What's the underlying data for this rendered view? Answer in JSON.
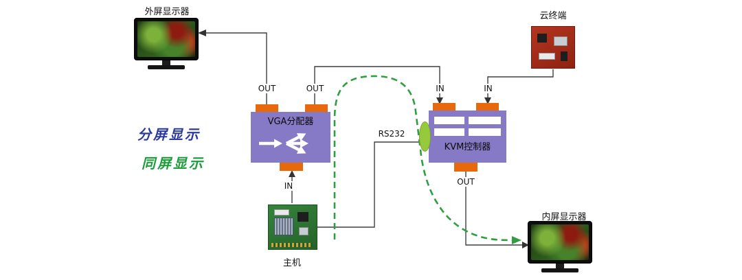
{
  "diagram": {
    "devices": {
      "external_display": "外屏显示器",
      "cloud_terminal": "云终端",
      "host": "主机",
      "internal_display": "内屏显示器"
    },
    "nodes": {
      "vga_splitter": "VGA分配器",
      "kvm_controller": "KVM控制器"
    },
    "ports": {
      "vga_out_left": "OUT",
      "vga_out_right": "OUT",
      "vga_in": "IN",
      "kvm_in_left": "IN",
      "kvm_in_right": "IN",
      "kvm_out": "OUT"
    },
    "link_labels": {
      "rs232": "RS232"
    },
    "legend": {
      "split_screen": {
        "label": "分屏显示",
        "color": "#2B3A9C"
      },
      "same_screen": {
        "label": "同屏显示",
        "color": "#1E9C3C"
      }
    },
    "colors": {
      "box_purple": "#8679C6",
      "port_orange": "#E8680C",
      "connector_green": "#97C93D",
      "dashed_path_green": "#2F9E41",
      "line": "#3F3F3F"
    }
  }
}
